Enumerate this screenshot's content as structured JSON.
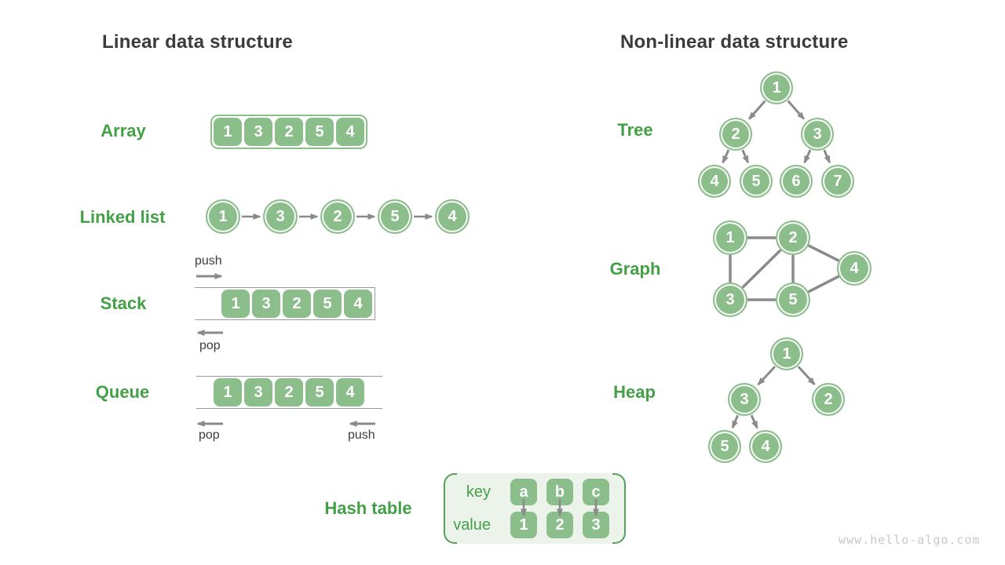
{
  "headings": {
    "linear": "Linear data structure",
    "nonlinear": "Non-linear data structure"
  },
  "sections": {
    "array": {
      "label": "Array",
      "values": [
        "1",
        "3",
        "2",
        "5",
        "4"
      ]
    },
    "linked_list": {
      "label": "Linked list",
      "values": [
        "1",
        "3",
        "2",
        "5",
        "4"
      ]
    },
    "stack": {
      "label": "Stack",
      "values": [
        "1",
        "3",
        "2",
        "5",
        "4"
      ],
      "push_label": "push",
      "pop_label": "pop"
    },
    "queue": {
      "label": "Queue",
      "values": [
        "1",
        "3",
        "2",
        "5",
        "4"
      ],
      "pop_label": "pop",
      "push_label": "push"
    },
    "hash_table": {
      "label": "Hash table",
      "key_label": "key",
      "value_label": "value",
      "keys": [
        "a",
        "b",
        "c"
      ],
      "values": [
        "1",
        "2",
        "3"
      ]
    },
    "tree": {
      "label": "Tree",
      "nodes": [
        "1",
        "2",
        "3",
        "4",
        "5",
        "6",
        "7"
      ],
      "edges": [
        [
          0,
          1
        ],
        [
          0,
          2
        ],
        [
          1,
          3
        ],
        [
          1,
          4
        ],
        [
          2,
          5
        ],
        [
          2,
          6
        ]
      ],
      "directed": true
    },
    "graph": {
      "label": "Graph",
      "nodes": [
        "1",
        "2",
        "3",
        "4",
        "5"
      ],
      "edges": [
        [
          0,
          1
        ],
        [
          0,
          2
        ],
        [
          1,
          2
        ],
        [
          1,
          3
        ],
        [
          1,
          4
        ],
        [
          2,
          4
        ],
        [
          4,
          3
        ]
      ],
      "directed": false
    },
    "heap": {
      "label": "Heap",
      "nodes": [
        "1",
        "3",
        "2",
        "5",
        "4"
      ],
      "edges": [
        [
          0,
          1
        ],
        [
          0,
          2
        ],
        [
          1,
          3
        ],
        [
          1,
          4
        ]
      ],
      "directed": true
    }
  },
  "watermark": "www.hello-algo.com",
  "colors": {
    "green_fill": "#8bbe8b",
    "green_label": "#43a047",
    "heading": "#3b3b3b",
    "arrow": "#8a8a8a",
    "container_line": "#999999",
    "hash_bg": "#ebf3eb",
    "hash_bracket": "#55a258",
    "watermark": "#c9c9c9"
  }
}
